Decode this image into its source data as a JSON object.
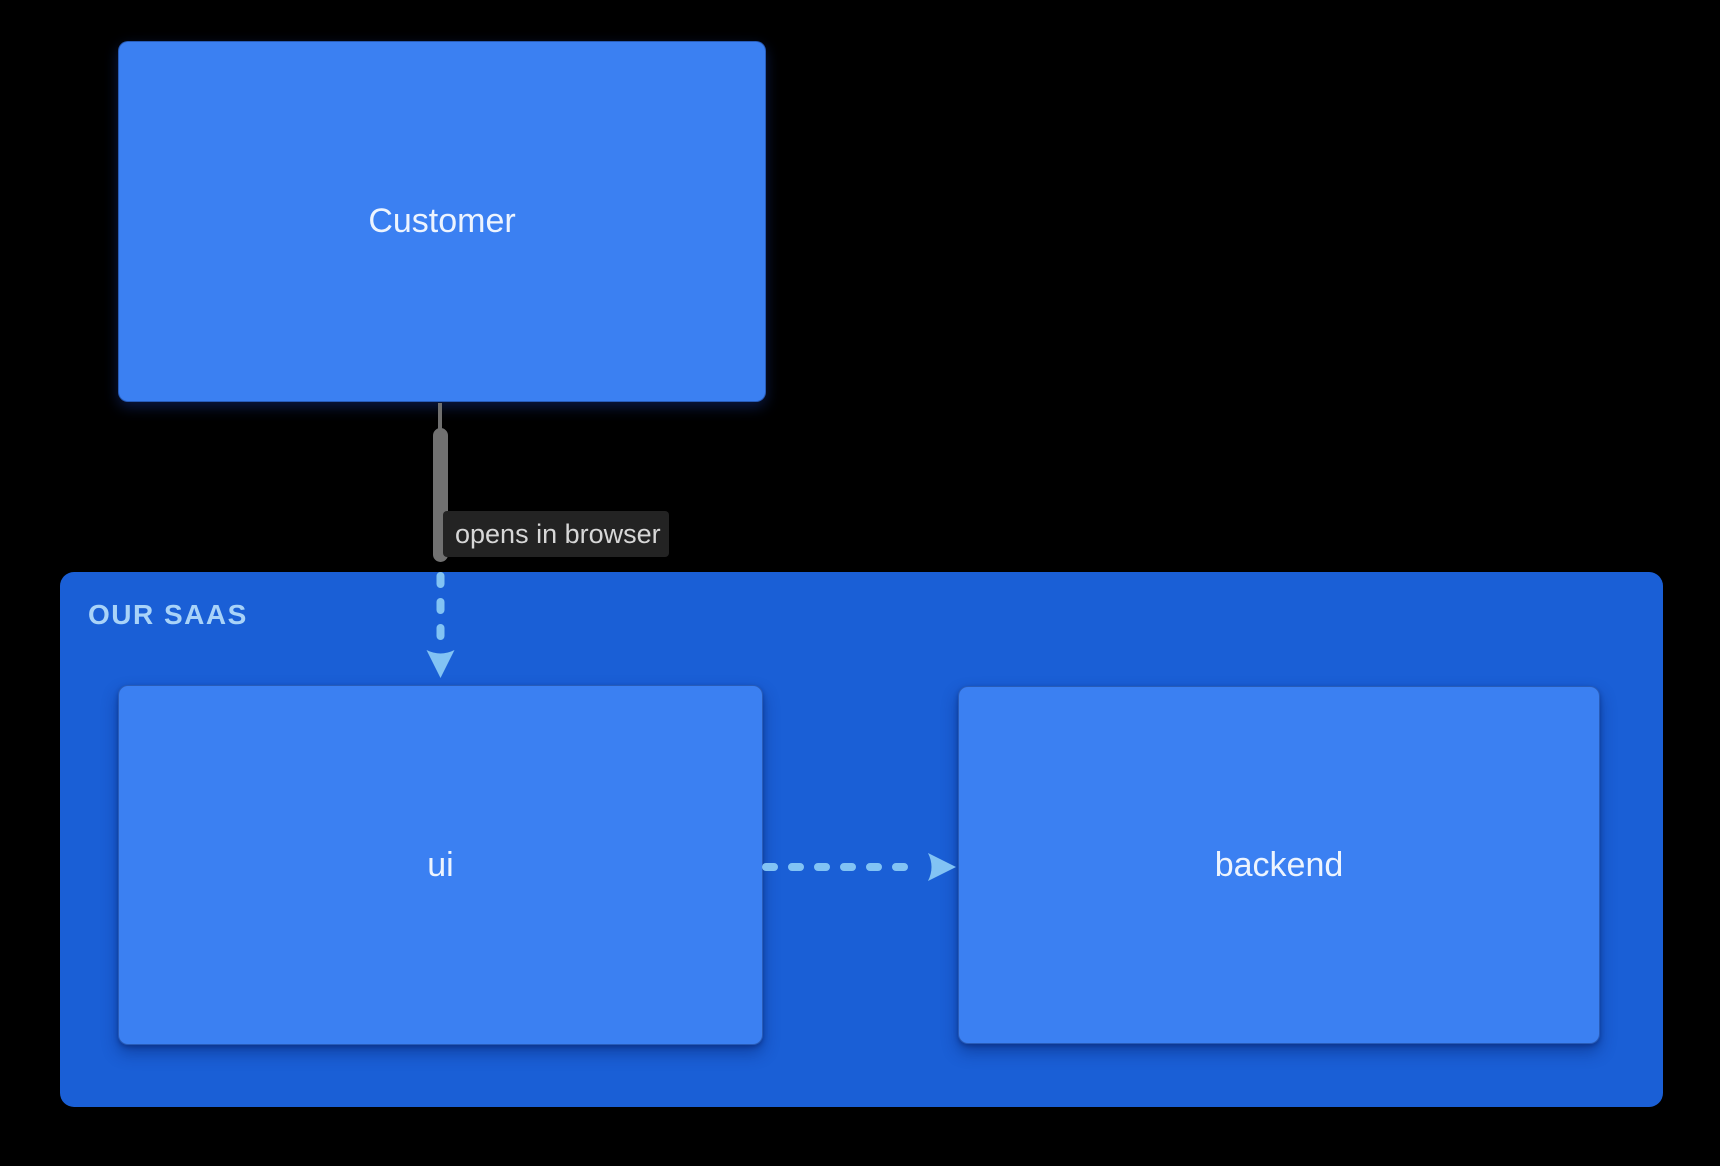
{
  "nodes": {
    "customer": {
      "label": "Customer"
    },
    "ui": {
      "label": "ui"
    },
    "backend": {
      "label": "backend"
    }
  },
  "group": {
    "label": "OUR SAAS"
  },
  "edges": {
    "customer_to_ui": {
      "from": "customer",
      "to": "ui",
      "label": "opens in browser",
      "style": "dashed-arrow"
    },
    "ui_to_backend": {
      "from": "ui",
      "to": "backend",
      "style": "dashed-arrow"
    }
  },
  "colors": {
    "background": "#000000",
    "node_fill": "#3b80f2",
    "node_text": "#edf4fe",
    "group_fill": "#1a5fd6",
    "group_label_text": "#a9d3f8",
    "edge_arrow": "#82c3f4",
    "edge_highlight": "#717171",
    "edge_stub": "#6f6f6f",
    "edge_label_bg": "#232323",
    "edge_label_text": "#d7d7d7"
  }
}
